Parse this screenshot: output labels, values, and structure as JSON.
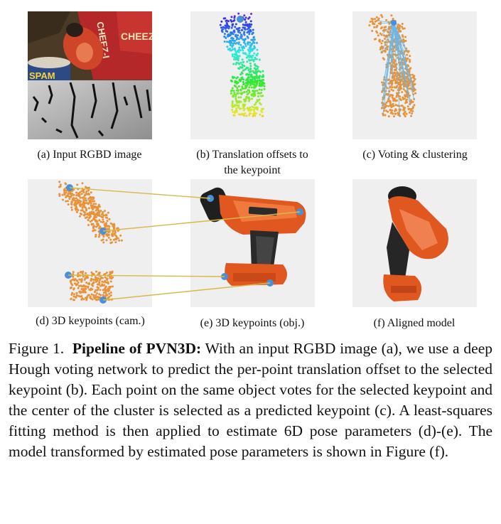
{
  "panels": [
    {
      "id": "a",
      "caption": "(a) Input RGBD image"
    },
    {
      "id": "b",
      "caption_line1": "(b) Translation offsets to",
      "caption_line2": "the keypoint"
    },
    {
      "id": "c",
      "caption": "(c) Voting & clustering"
    },
    {
      "id": "d",
      "caption": "(d) 3D keypoints (cam.)"
    },
    {
      "id": "e",
      "caption": "(e) 3D keypoints (obj.)"
    },
    {
      "id": "f",
      "caption": "(f) Aligned model"
    }
  ],
  "image_a": {
    "box_text_1": "CHEEZ-IT",
    "box_text_2": "CHEEZ-I",
    "can_text": "SPAM"
  },
  "figure": {
    "label": "Figure 1.",
    "title": "Pipeline of PVN3D:",
    "body": "With an input RGBD image (a), we use a deep Hough voting network to predict the per-point translation offset to the selected keypoint (b). Each point on the same object votes for the selected keypoint and the center of the cluster is selected as a predicted keypoint (c). A least-squares fitting method is then applied to estimate 6D pose parameters (d)-(e). The model transformed by estimated pose parameters is shown in Figure (f)."
  },
  "colors": {
    "points": "#e8923a",
    "keypoint": "#4a90d9",
    "drill": "#e0571f",
    "drill_dark": "#222222",
    "vote_line": "#6ab7e8",
    "link_line": "#d9b84a",
    "panel_bg": "#efefef"
  }
}
